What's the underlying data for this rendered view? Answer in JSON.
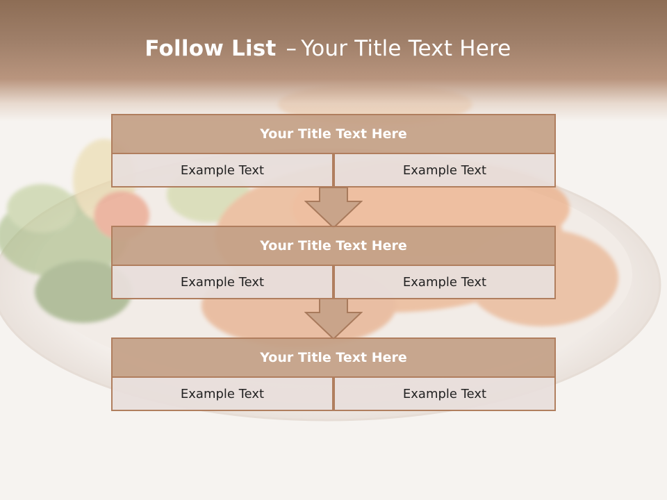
{
  "slide": {
    "title_bold": "Follow List",
    "title_dash": "–",
    "title_rest": "Your Title Text Here"
  },
  "steps": [
    {
      "title": "Your Title Text Here",
      "left": "Example Text",
      "right": "Example Text"
    },
    {
      "title": "Your Title Text Here",
      "left": "Example Text",
      "right": "Example Text"
    },
    {
      "title": "Your Title Text Here",
      "left": "Example Text",
      "right": "Example Text"
    }
  ],
  "colors": {
    "header": "#8d6d55",
    "block_title": "#c4a086",
    "block_border": "#b07e5e",
    "cell": "#e8dedb",
    "arrow": "#c9a48a"
  },
  "icons": {
    "arrow": "down-arrow-icon"
  }
}
